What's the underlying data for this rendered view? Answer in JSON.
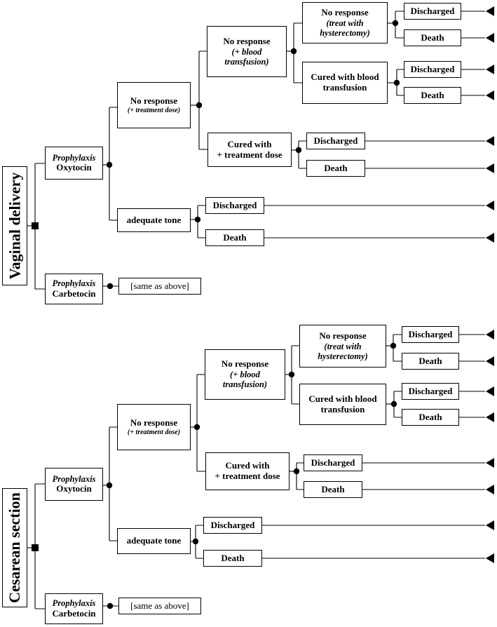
{
  "groups": {
    "vaginal": "Vaginal delivery",
    "cesarean": "Cesarean section"
  },
  "labels": {
    "prophylaxis": "Prophylaxis",
    "oxytocin": "Oxytocin",
    "carbetocin": "Carbetocin",
    "same_as_above": "[same as above]",
    "no_response": "No response",
    "treatment_dose": "(+ treatment dose)",
    "adequate_tone": "adequate tone",
    "blood_line1": "(+ blood",
    "blood_line2": "transfusion)",
    "cured_treat_line1": "Cured with",
    "cured_treat_line2": "+ treatment dose",
    "cured_blood_line1": "Cured with blood",
    "cured_blood_line2": "transfusion",
    "hyst_line1": "(treat with",
    "hyst_line2": "hysterectomy)",
    "discharged": "Discharged",
    "death": "Death"
  }
}
